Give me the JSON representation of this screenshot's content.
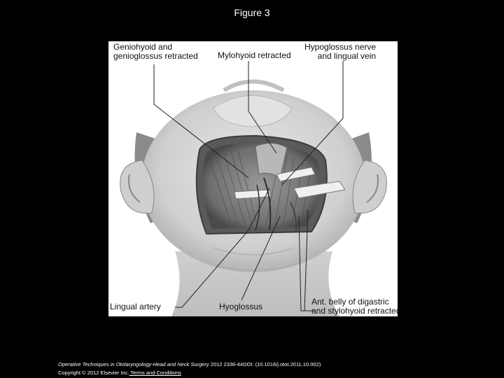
{
  "slide": {
    "title": "Figure 3"
  },
  "figure": {
    "labels": {
      "geniohyoid_line1": "Geniohyoid and",
      "geniohyoid_line2": "genioglossus retracted",
      "mylohyoid": "Mylohyoid retracted",
      "hypoglossus_line1": "Hypoglossus nerve",
      "hypoglossus_line2": "and lingual vein",
      "lingual_artery": "Lingual artery",
      "hyoglossus": "Hyoglossus",
      "digastric_line1": "Ant. belly of digastric",
      "digastric_line2": "and stylohyoid retracted"
    },
    "colors": {
      "background": "#000000",
      "figure_bg": "#ffffff",
      "skin": "#d9d9d9",
      "tissue": "#8c8c8c",
      "leader_line": "#222222"
    }
  },
  "citation": {
    "journal": "Operative Techniques in Otolaryngology-Head and Neck Surgery",
    "details": " 2012 2336-44DOI: (10.1016/j.otot.2011.10.002)",
    "copyright": "Copyright © 2012 Elsevier Inc.",
    "terms_link": " Terms and Conditions"
  }
}
